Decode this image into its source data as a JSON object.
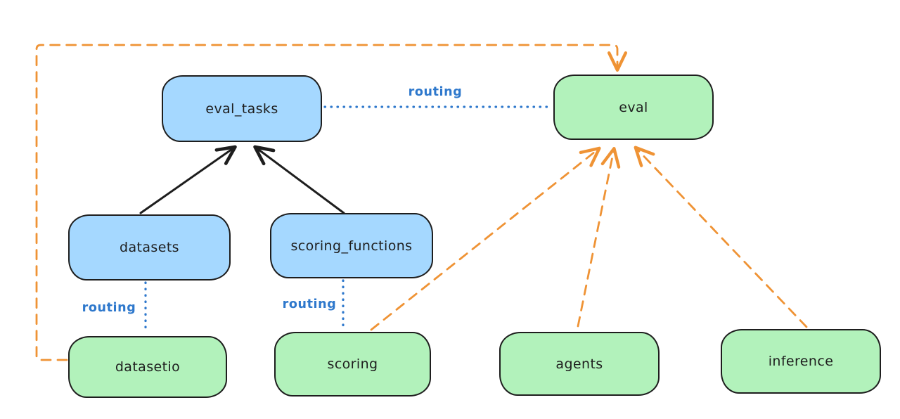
{
  "diagram": {
    "nodes": [
      {
        "id": "eval_tasks",
        "label": "eval_tasks",
        "fill": "blue"
      },
      {
        "id": "eval",
        "label": "eval",
        "fill": "green"
      },
      {
        "id": "datasets",
        "label": "datasets",
        "fill": "blue"
      },
      {
        "id": "scoring_functions",
        "label": "scoring_functions",
        "fill": "blue"
      },
      {
        "id": "datasetio",
        "label": "datasetio",
        "fill": "green"
      },
      {
        "id": "scoring",
        "label": "scoring",
        "fill": "green"
      },
      {
        "id": "agents",
        "label": "agents",
        "fill": "green"
      },
      {
        "id": "inference",
        "label": "inference",
        "fill": "green"
      }
    ],
    "edges": [
      {
        "from": "datasets",
        "to": "eval_tasks",
        "style": "solid",
        "color": "black",
        "arrow": true,
        "label": ""
      },
      {
        "from": "scoring_functions",
        "to": "eval_tasks",
        "style": "solid",
        "color": "black",
        "arrow": true,
        "label": ""
      },
      {
        "from": "eval_tasks",
        "to": "eval",
        "style": "dotted",
        "color": "blue",
        "arrow": false,
        "label": "routing"
      },
      {
        "from": "datasets",
        "to": "datasetio",
        "style": "dotted",
        "color": "blue",
        "arrow": false,
        "label": "routing"
      },
      {
        "from": "scoring_functions",
        "to": "scoring",
        "style": "dotted",
        "color": "blue",
        "arrow": false,
        "label": "routing"
      },
      {
        "from": "datasetio",
        "to": "eval",
        "style": "dashed",
        "color": "orange",
        "arrow": true,
        "label": ""
      },
      {
        "from": "scoring",
        "to": "eval",
        "style": "dashed",
        "color": "orange",
        "arrow": true,
        "label": ""
      },
      {
        "from": "agents",
        "to": "eval",
        "style": "dashed",
        "color": "orange",
        "arrow": true,
        "label": ""
      },
      {
        "from": "inference",
        "to": "eval",
        "style": "dashed",
        "color": "orange",
        "arrow": true,
        "label": ""
      }
    ],
    "colors": {
      "node_blue_fill": "#a5d8ff",
      "node_green_fill": "#b2f2bb",
      "node_stroke": "#1e1e1e",
      "solid_edge": "#1e1e1e",
      "routing_blue": "#2e78cc",
      "orange_dashed": "#ef9335",
      "background": "#ffffff"
    }
  }
}
